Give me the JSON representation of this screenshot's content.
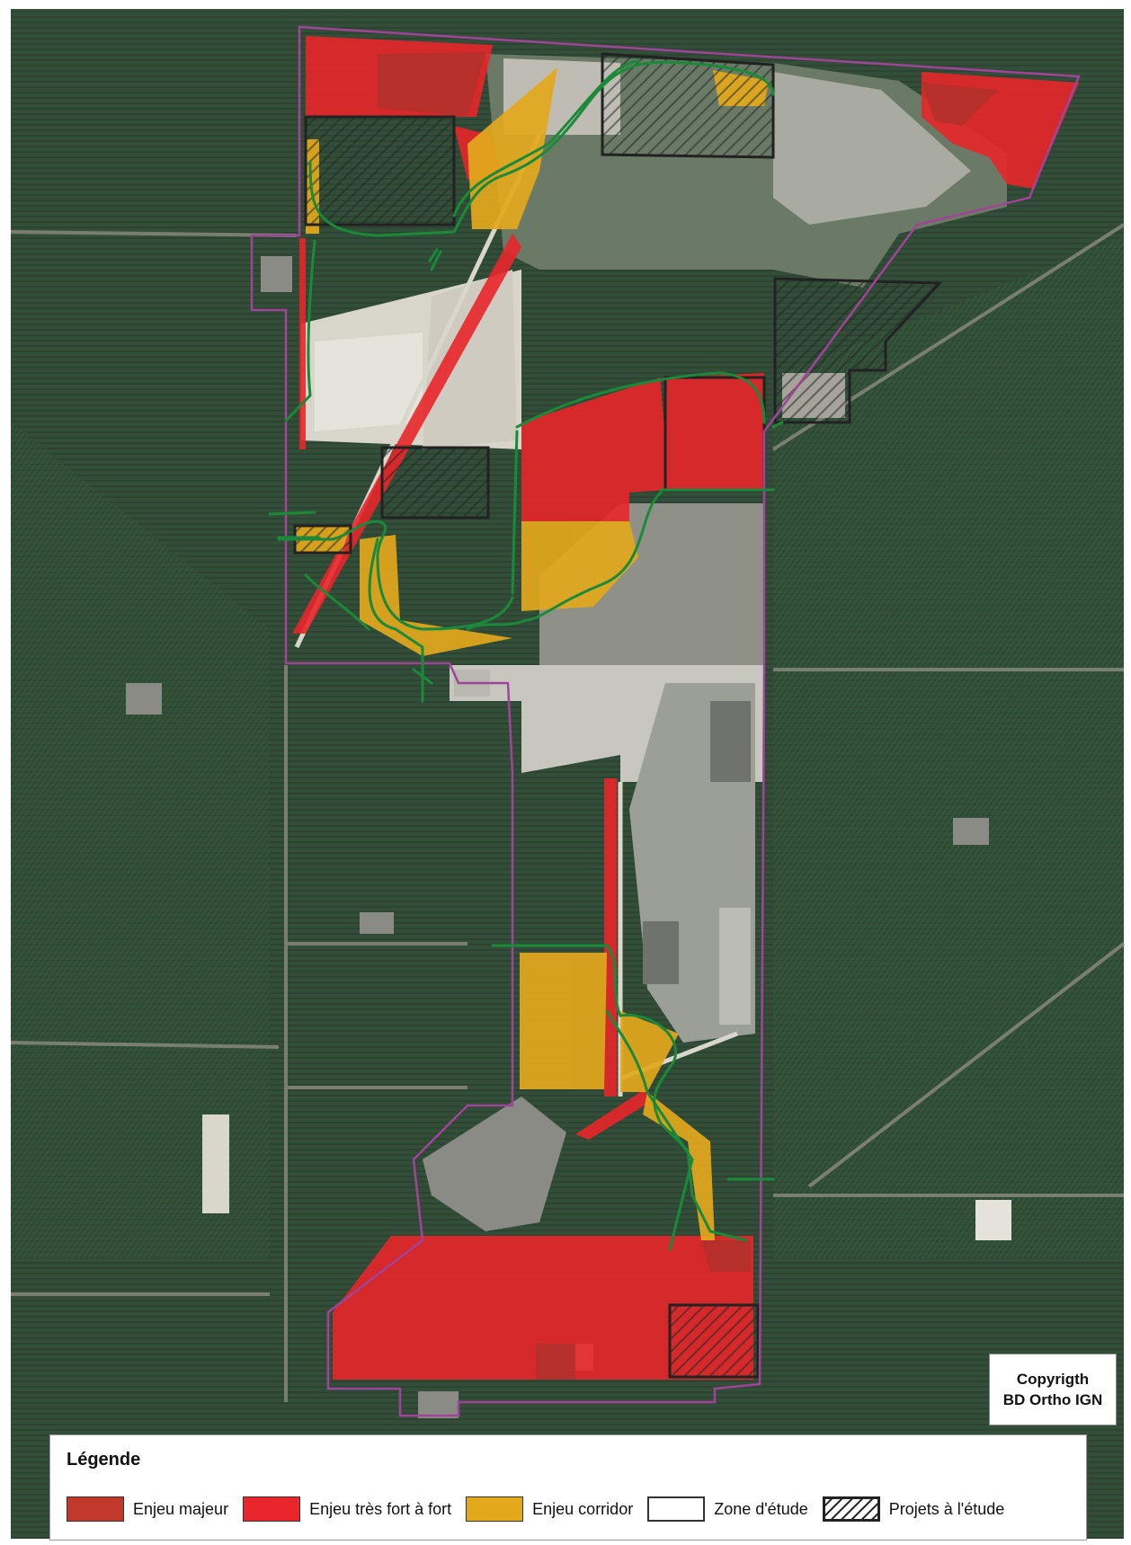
{
  "copyright": {
    "line1": "Copyrigth",
    "line2": "BD Ortho IGN"
  },
  "legend": {
    "title": "Légende",
    "items": [
      {
        "label": "Enjeu majeur",
        "color": "#c0392b",
        "pattern": "solid"
      },
      {
        "label": "Enjeu très fort à fort",
        "color": "#e8262b",
        "pattern": "solid"
      },
      {
        "label": "Enjeu corridor",
        "color": "#e3a81c",
        "pattern": "solid"
      },
      {
        "label": "Zone d'étude",
        "color": "#a0449a",
        "pattern": "outline"
      },
      {
        "label": "Projets à l'étude",
        "color": "#222222",
        "pattern": "hatched"
      }
    ]
  },
  "colors": {
    "forest": "#2f4a33",
    "clearing": "#d9d6cc",
    "corridor_line": "#1a8a3a",
    "study_zone": "#a0449a",
    "project_outline": "#222222"
  }
}
